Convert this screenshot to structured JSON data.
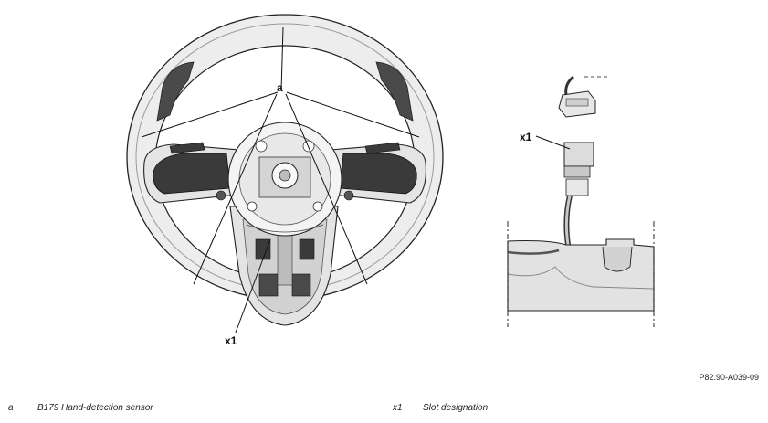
{
  "callouts": {
    "a": "a",
    "x1_wheel": "x1",
    "x1_detail": "x1"
  },
  "figure_id": "P82.90-A039-09",
  "legend": [
    {
      "key": "a",
      "description": "B179 Hand-detection sensor"
    },
    {
      "key": "x1",
      "description": "Slot designation"
    }
  ],
  "colors": {
    "wheel_fill": "#e6e6e6",
    "wheel_dark": "#3c3c3c",
    "line": "#1a1a1a",
    "mid_gray": "#a8a8a8"
  }
}
